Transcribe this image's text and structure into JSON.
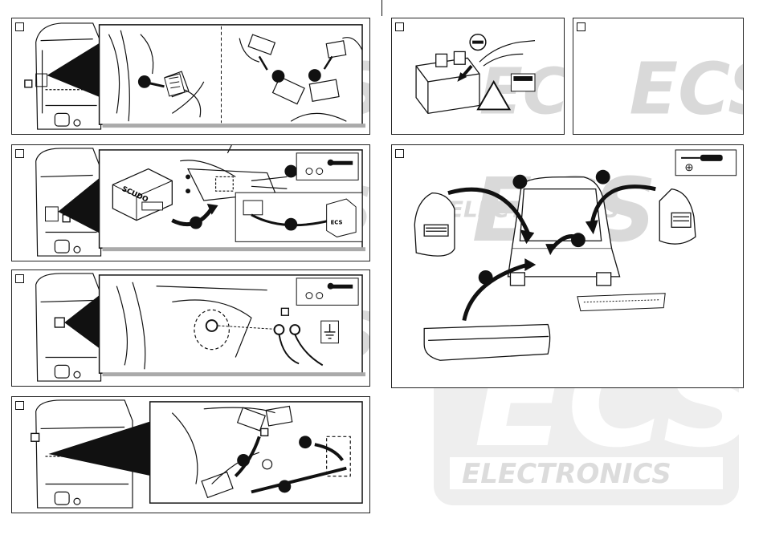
{
  "watermark": {
    "logo_text": "ECS",
    "brand_text": "ELECTRONICS"
  },
  "labels": {
    "module_label": "SCUDO",
    "fuse_box_label": "ECS"
  },
  "callout_numbers": [],
  "colors": {
    "line": "#111111",
    "panel_border": "#222222",
    "watermark": "#d9d9d9",
    "callout_fill": "#111111"
  },
  "icons": [
    "checkbox-icon",
    "minus-icon",
    "warning-triangle-icon",
    "wrench-icon",
    "nut-icon",
    "ground-symbol-icon",
    "screwdriver-icon",
    "arrow-icon"
  ]
}
